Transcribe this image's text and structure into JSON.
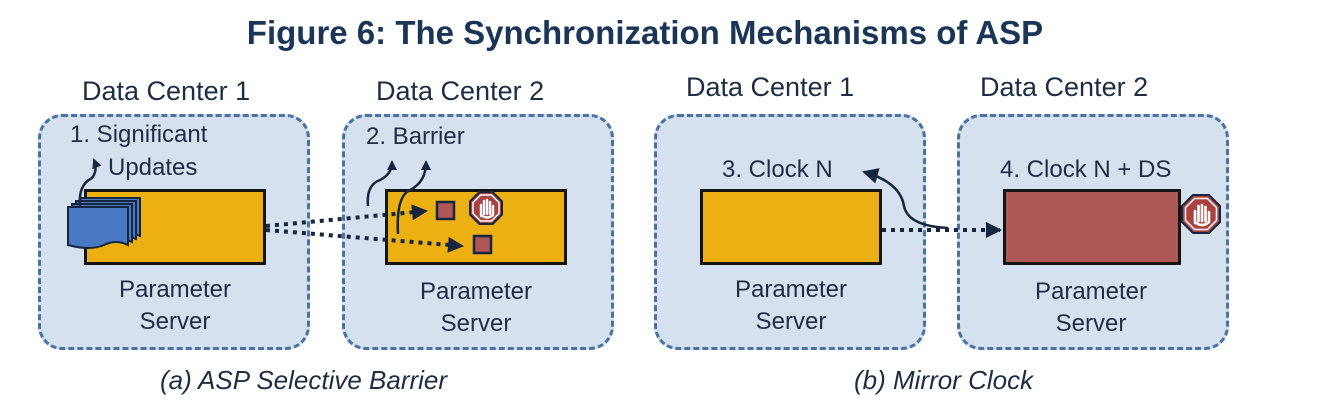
{
  "title": "Figure 6: The Synchronization Mechanisms of ASP",
  "panel_a": {
    "caption": "(a) ASP Selective Barrier",
    "dc1": {
      "label": "Data Center 1",
      "note_line1": "1. Significant",
      "note_line2": "Updates",
      "server_line1": "Parameter",
      "server_line2": "Server"
    },
    "dc2": {
      "label": "Data Center 2",
      "note": "2. Barrier",
      "server_line1": "Parameter",
      "server_line2": "Server"
    }
  },
  "panel_b": {
    "caption": "(b) Mirror Clock",
    "dc1": {
      "label": "Data Center 1",
      "note": "3. Clock N",
      "server_line1": "Parameter",
      "server_line2": "Server"
    },
    "dc2": {
      "label": "Data Center 2",
      "note": "4. Clock N + DS",
      "server_line1": "Parameter",
      "server_line2": "Server"
    }
  },
  "colors": {
    "box_fill": "#d6e1ef",
    "box_border": "#4b72a3",
    "server_fill": "#ecb012",
    "server_stopped_fill": "#ae5757",
    "stop_sign": "#a94343",
    "update_stack": "#4a79c4",
    "arrow": "#16263e",
    "text": "#1e2d44",
    "title": "#1a3556"
  },
  "icons": [
    "stop-sign-icon",
    "update-stack-icon",
    "update-square-icon"
  ]
}
